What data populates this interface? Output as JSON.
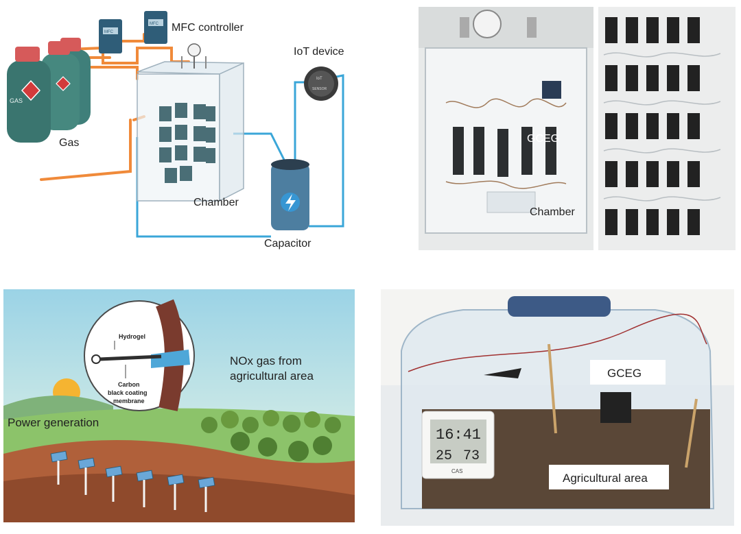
{
  "panel_a": {
    "labels": {
      "mfc_controller": "MFC controller",
      "iot_device": "IoT device",
      "gas": "Gas",
      "chamber": "Chamber",
      "capacitor": "Capacitor",
      "iot_text_1": "IoT",
      "iot_text_2": "SENSOR",
      "mfc_box_text": "MFC"
    }
  },
  "panel_b": {
    "labels": {
      "gceg": "GCEG",
      "chamber": "Chamber"
    }
  },
  "panel_c": {
    "labels": {
      "hydrogel": "Hydrogel",
      "carbon_line1": "Carbon",
      "carbon_line2": "black coating",
      "carbon_line3": "membrane",
      "nox_line1": "NOx gas from",
      "nox_line2": "agricultural area",
      "power": "Power generation"
    }
  },
  "panel_d": {
    "labels": {
      "gceg": "GCEG",
      "agricultural": "Agricultural area",
      "time": "16:41",
      "temp": "25",
      "humidity": "73",
      "brand": "CAS"
    }
  },
  "colors": {
    "orange_pipe": "#f08a3a",
    "blue_wire": "#3aa6d8",
    "sky_top": "#9bd3e6",
    "sun": "#f5b431",
    "field_brown": "#b0603a",
    "tank_green": "#3f7f7a"
  }
}
